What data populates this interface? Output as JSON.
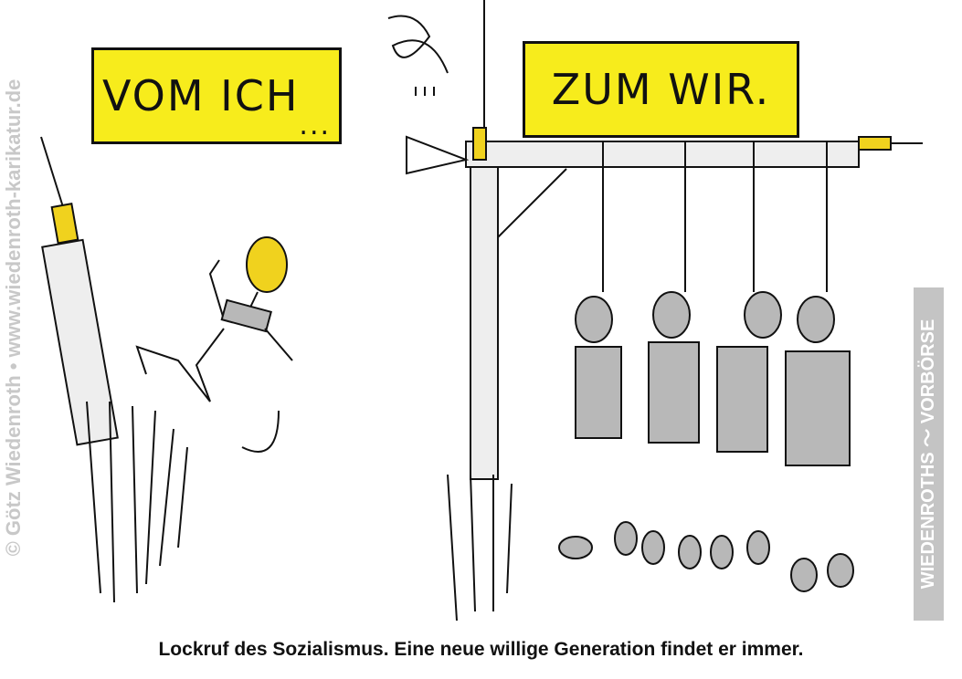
{
  "signs": {
    "left": "VOM ICH",
    "left_dots": "...",
    "right": "ZUM WIR."
  },
  "caption": "Lockruf des Sozialismus. Eine neue willige Generation findet er immer.",
  "credit": "© Götz Wiedenroth • www.wiedenroth-karikatur.de",
  "logo": "WIEDENROTHS ～ VORBÖRSE",
  "colors": {
    "sign": "#f7ec1c",
    "figure": "#b8b8b8"
  }
}
